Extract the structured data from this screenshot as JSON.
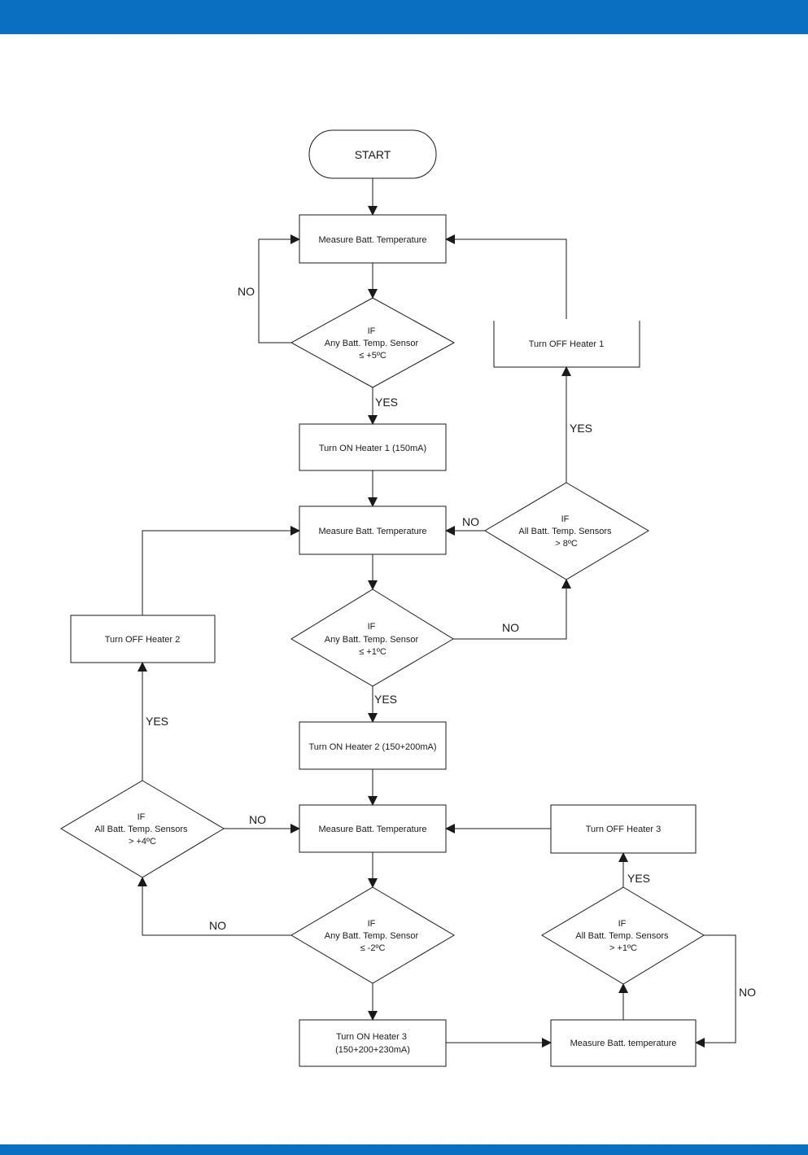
{
  "header": {
    "bar_color": "#0a6fbe"
  },
  "footer": {
    "bar_color": "#0a6fbe"
  },
  "flowchart": {
    "start": "START",
    "measure_1": "Measure Batt. Temperature",
    "decision_1": [
      "IF",
      "Any Batt. Temp. Sensor",
      "≤ +5ºC"
    ],
    "heater1_on": "Turn ON Heater 1 (150mA)",
    "measure_2": "Measure Batt. Temperature",
    "decision_2": [
      "IF",
      "Any Batt. Temp. Sensor",
      "≤ +1ºC"
    ],
    "decision_off1": [
      "IF",
      "All Batt. Temp. Sensors",
      "> 8ºC"
    ],
    "heater1_off": "Turn OFF Heater 1",
    "heater2_on": "Turn ON Heater 2 (150+200mA)",
    "heater2_off": "Turn OFF Heater 2",
    "decision_off2": [
      "IF",
      "All Batt. Temp. Sensors",
      "> +4ºC"
    ],
    "measure_3": "Measure Batt. Temperature",
    "decision_3": [
      "IF",
      "Any Batt. Temp. Sensor",
      "≤ -2ºC"
    ],
    "heater3_on": [
      "Turn ON Heater 3",
      "(150+200+230mA)"
    ],
    "heater3_off": "Turn OFF Heater 3",
    "decision_off3": [
      "IF",
      "All Batt. Temp. Sensors",
      "> +1ºC"
    ],
    "measure_4": "Measure Batt. temperature",
    "labels": {
      "no_d1": "NO",
      "yes_d1": "YES",
      "no_off1": "NO",
      "yes_off1": "YES",
      "no_d2": "NO",
      "yes_d2": "YES",
      "no_off2": "NO",
      "yes_off2": "YES",
      "no_d3": "NO",
      "yes_off3": "YES",
      "no_off3": "NO"
    }
  }
}
